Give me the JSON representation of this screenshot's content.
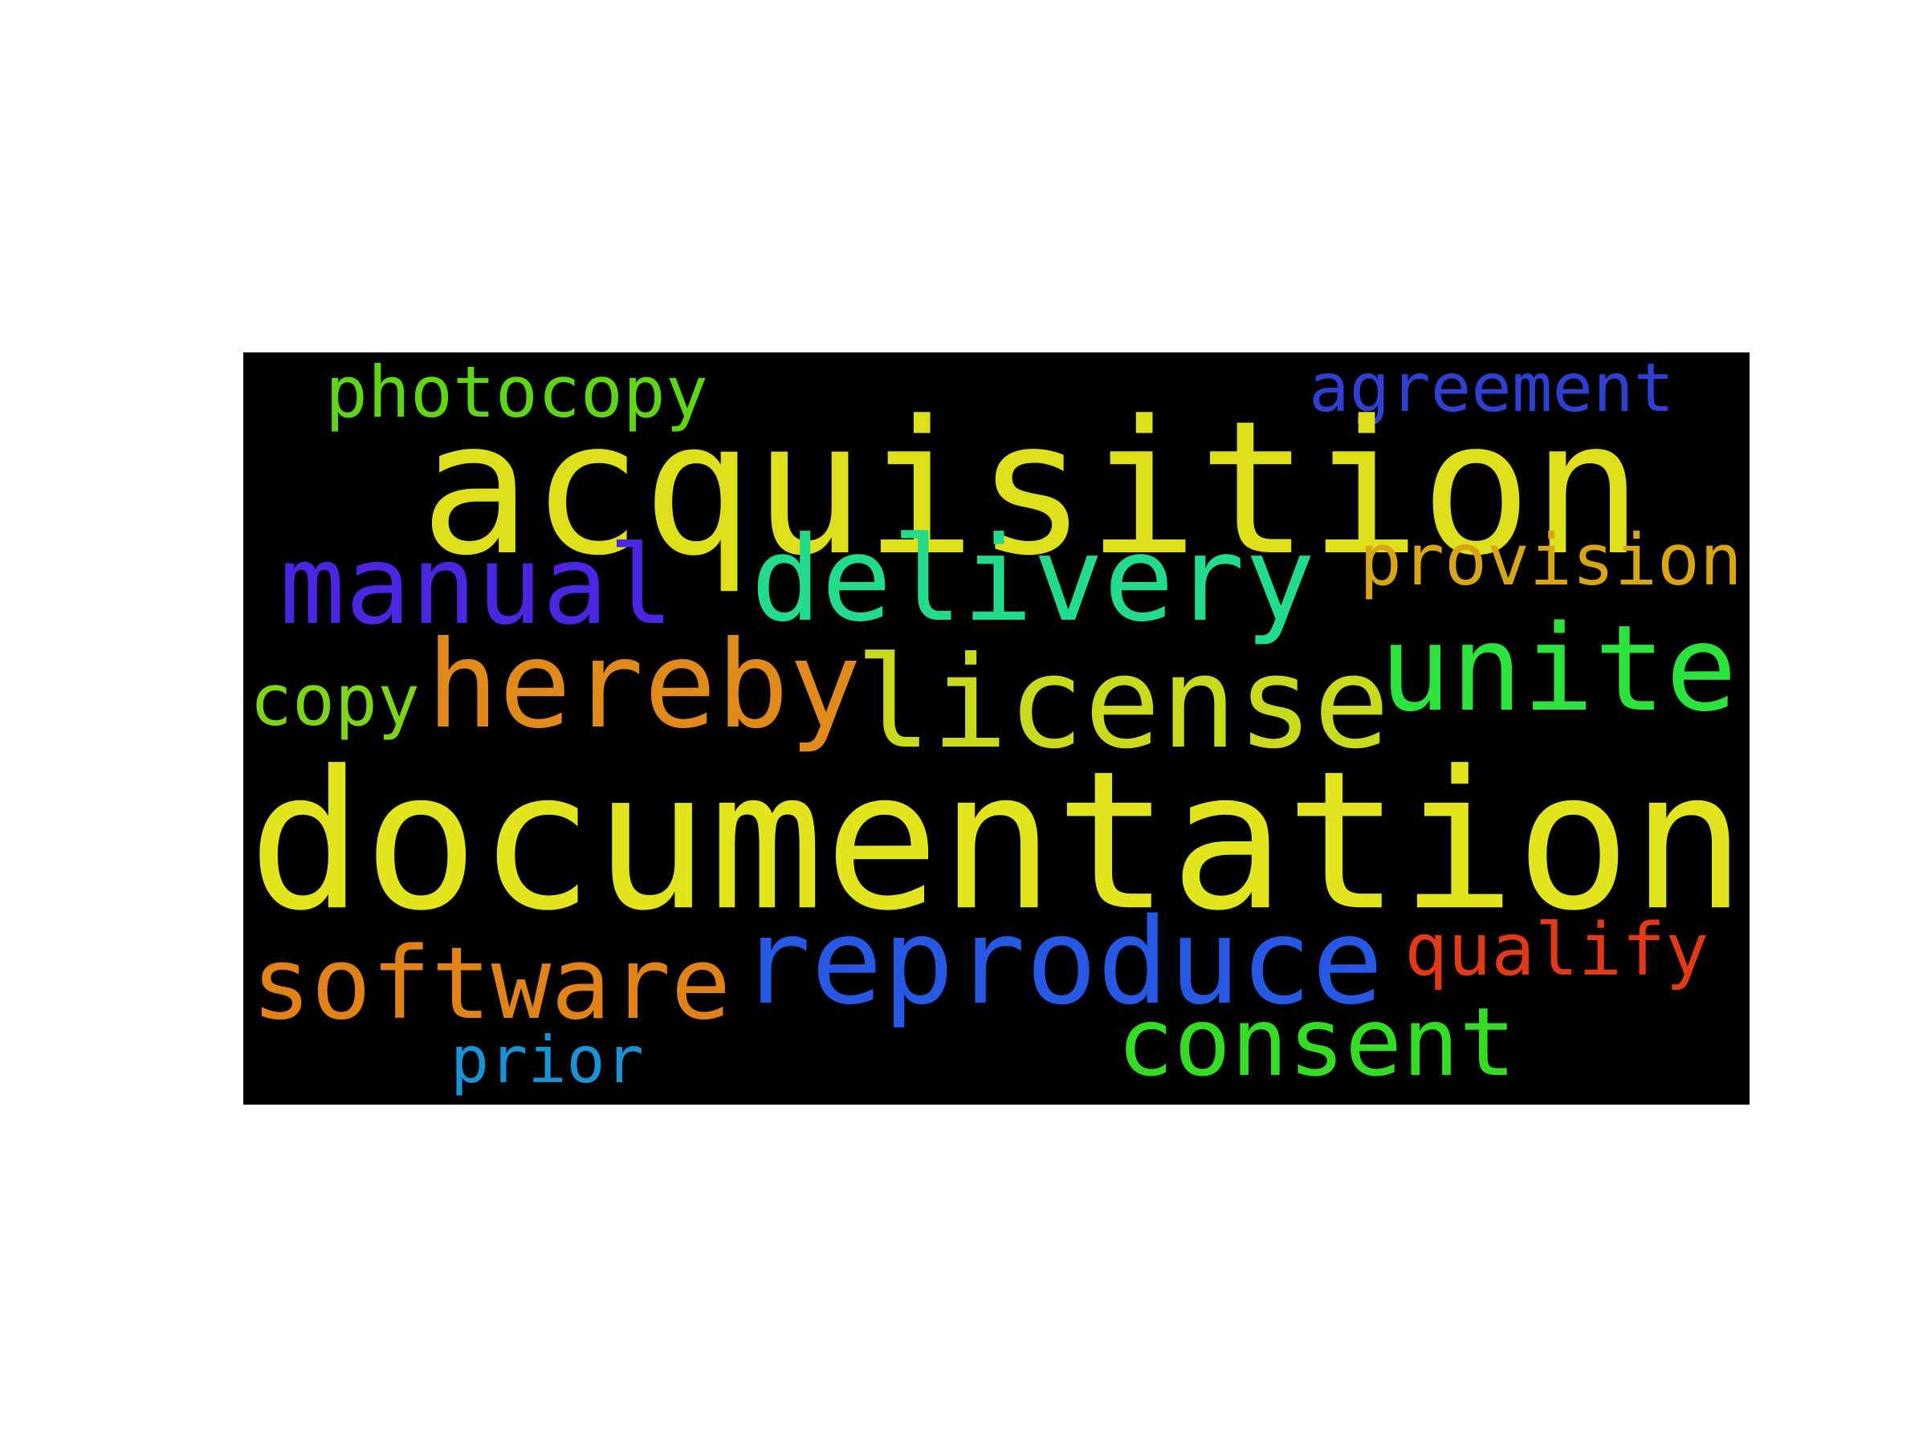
{
  "word_cloud": {
    "background": "#000000",
    "words": [
      {
        "text": "photocopy",
        "color": "#5fd615"
      },
      {
        "text": "agreement",
        "color": "#2f3fcf"
      },
      {
        "text": "acquisition",
        "color": "#dfe01c"
      },
      {
        "text": "manual",
        "color": "#4a26e0"
      },
      {
        "text": "delivery",
        "color": "#22dc8c"
      },
      {
        "text": "provision",
        "color": "#d8a614"
      },
      {
        "text": "copy",
        "color": "#7ed418"
      },
      {
        "text": "hereby",
        "color": "#e08a1c"
      },
      {
        "text": "license",
        "color": "#c9da1e"
      },
      {
        "text": "unite",
        "color": "#2ce23c"
      },
      {
        "text": "documentation",
        "color": "#e2e41e"
      },
      {
        "text": "software",
        "color": "#e08218"
      },
      {
        "text": "reproduce",
        "color": "#2658e4"
      },
      {
        "text": "qualify",
        "color": "#e03a18"
      },
      {
        "text": "prior",
        "color": "#1a92d4"
      },
      {
        "text": "consent",
        "color": "#34dc24"
      }
    ]
  }
}
